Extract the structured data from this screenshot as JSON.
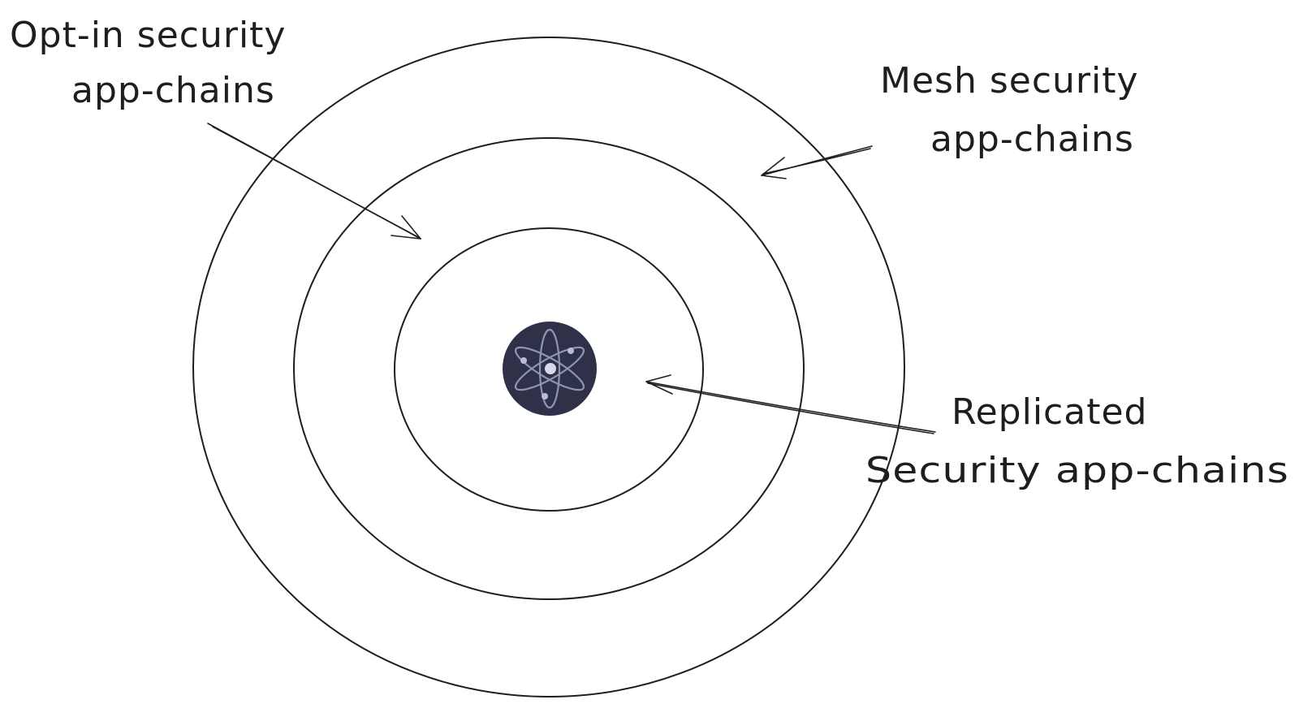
{
  "labels": {
    "opt_in_line1": "Opt-in security",
    "opt_in_line2": "app-chains",
    "mesh_line1": "Mesh security",
    "mesh_line2": "app-chains",
    "replicated_line1": "Replicated",
    "replicated_line2": "Security app-chains"
  },
  "icons": {
    "center": "cosmos-atom-icon"
  },
  "colors": {
    "stroke": "#1e1e1e",
    "logo_background": "#2e3148",
    "logo_orbit": "#8f93b6",
    "background": "#ffffff"
  }
}
